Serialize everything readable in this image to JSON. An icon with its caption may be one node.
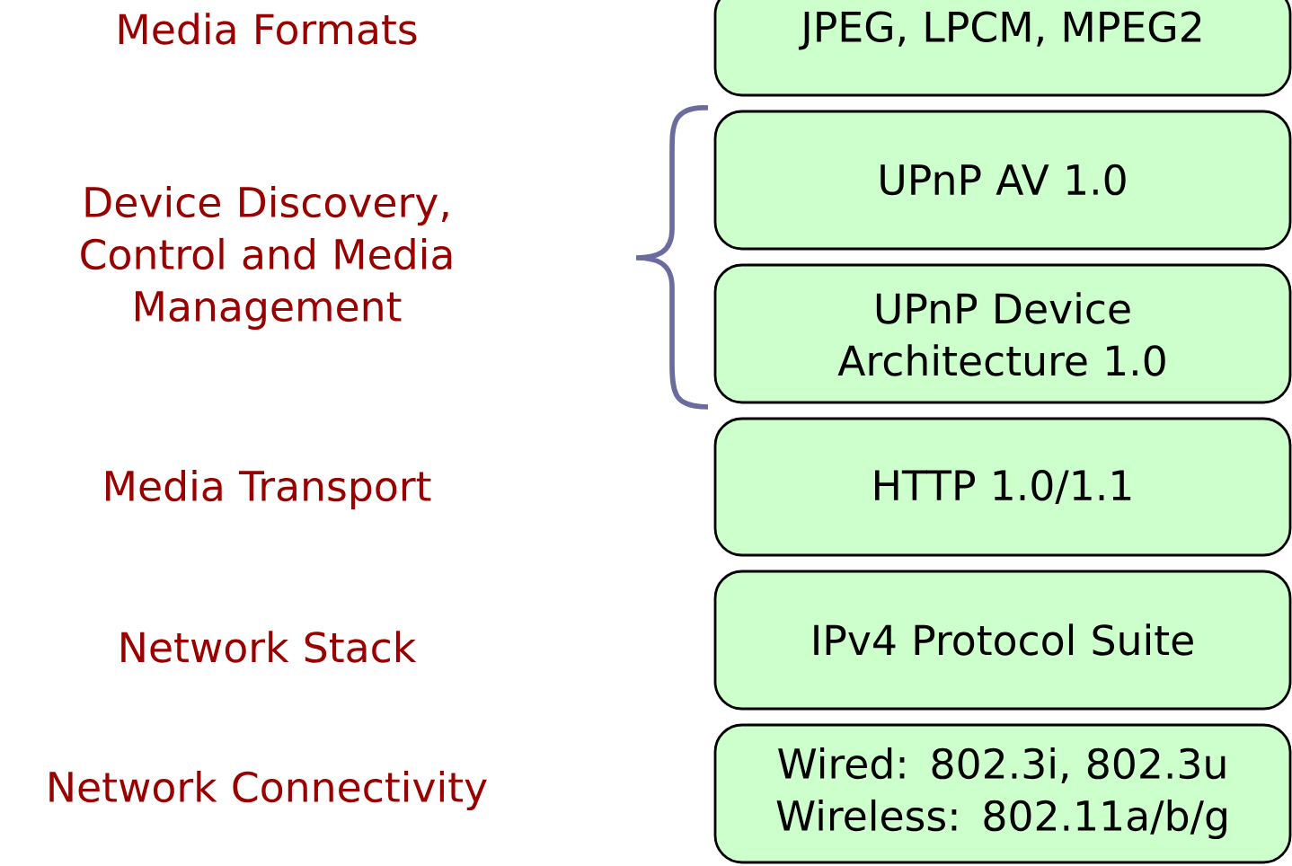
{
  "diagram": {
    "nodes": [
      {
        "text": [
          "JPEG, LPCM, MPEG2"
        ]
      },
      {
        "text": [
          "UPnP AV 1.0"
        ]
      },
      {
        "text": [
          "UPnP Device Architecture 1.0"
        ]
      },
      {
        "text": [
          "HTTP 1.0/1.1"
        ]
      },
      {
        "text": [
          "IPv4 Protocol Suite"
        ]
      },
      {
        "text": [
          "Wired: 802.3i, 802.3u Wireless: 802.11a/b/g"
        ]
      }
    ],
    "labels": [
      "Media Formats",
      "Device Discovery, Control and Media Management",
      "Media Transport",
      "Network Stack",
      "Network Connectivity"
    ]
  }
}
